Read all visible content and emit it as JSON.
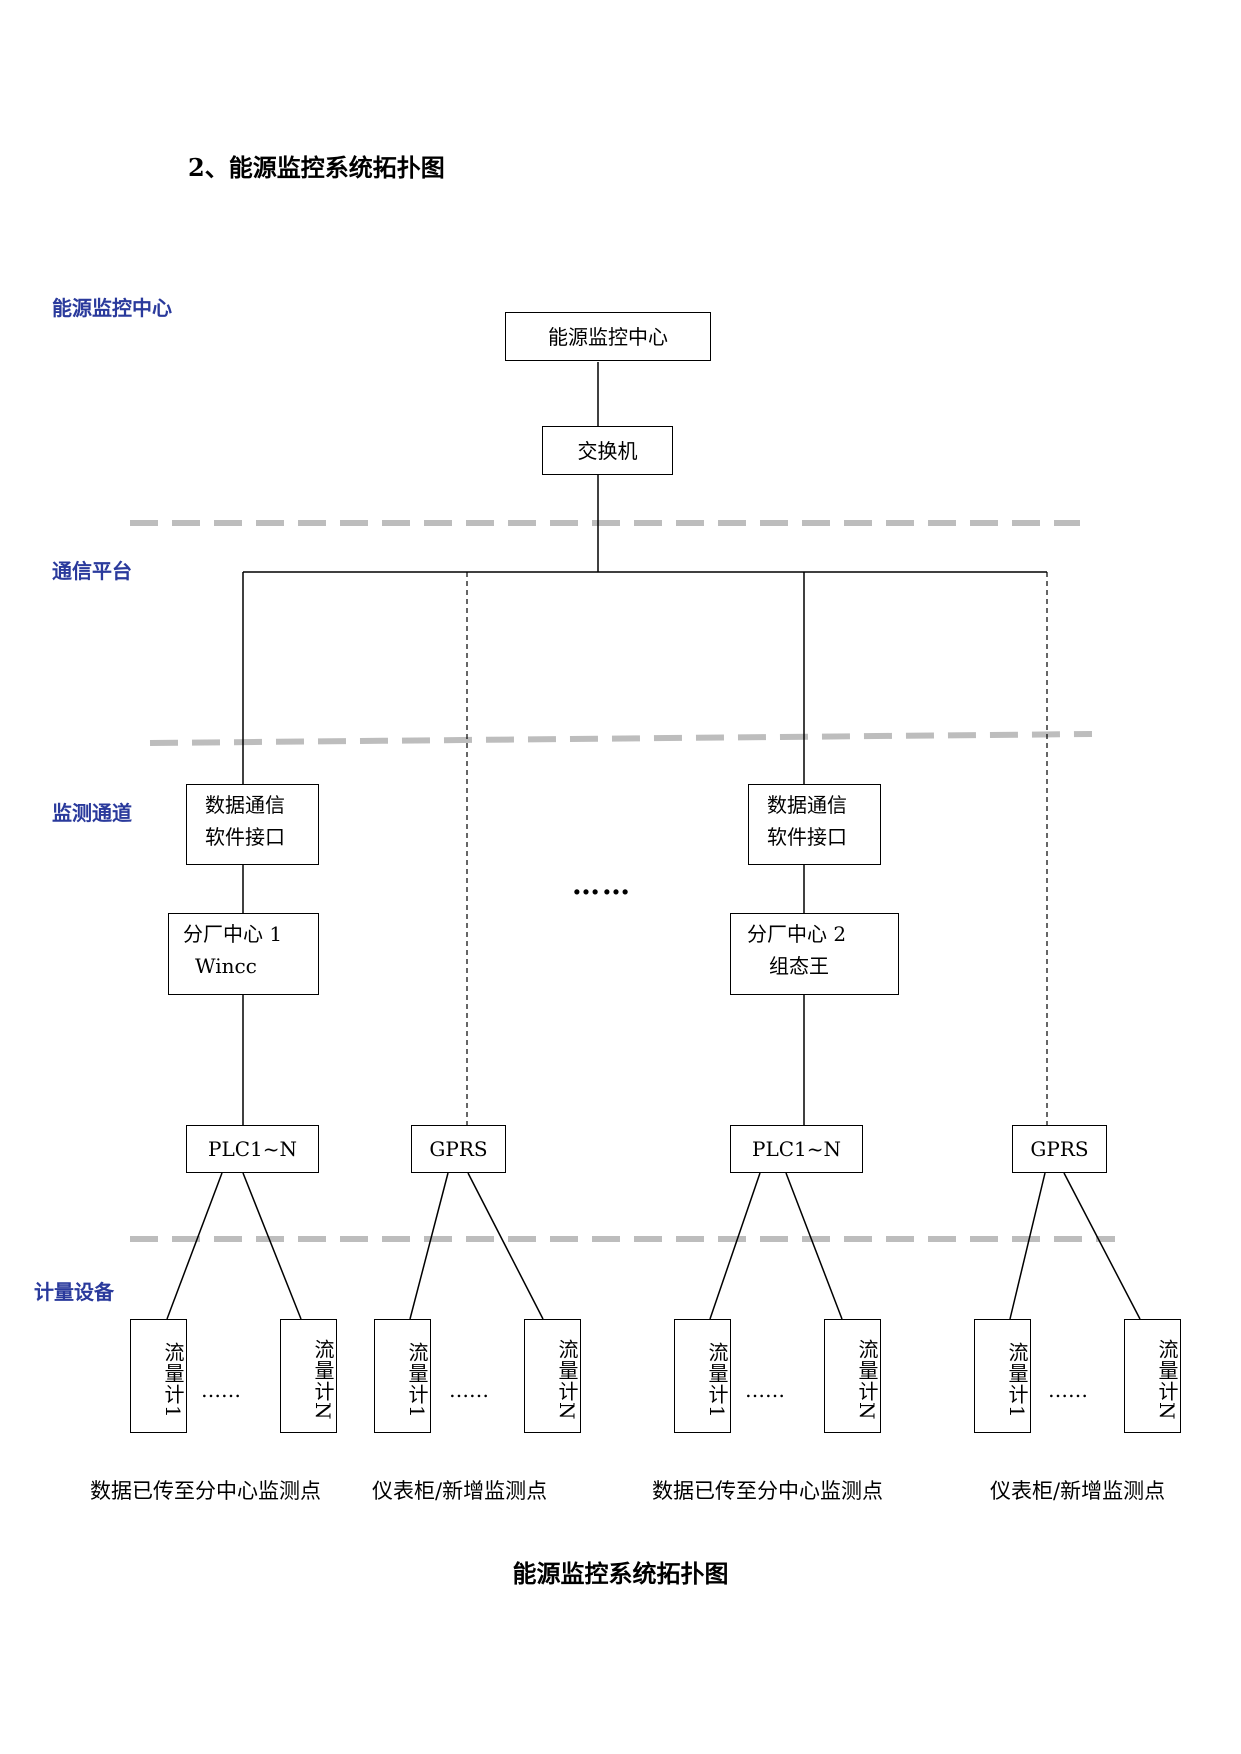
{
  "heading": "2、能源监控系统拓扑图",
  "layers": {
    "center": "能源监控中心",
    "comm": "通信平台",
    "monitor": "监测通道",
    "metering": "计量设备"
  },
  "nodes": {
    "center": "能源监控中心",
    "switch": "交换机",
    "iface_1": [
      "数据通信",
      "软件接口"
    ],
    "iface_2": [
      "数据通信",
      "软件接口"
    ],
    "branch_1": [
      "分厂中心 1",
      "Wincc"
    ],
    "branch_2": [
      "分厂中心 2",
      "组态王"
    ],
    "plc_1": "PLC1~N",
    "gprs_1": "GPRS",
    "plc_2": "PLC1~N",
    "gprs_2": "GPRS"
  },
  "meters": {
    "first": "流量计1",
    "last": "流量计N",
    "ellipsis": "……"
  },
  "middle_ellipsis": "……",
  "captions": [
    "数据已传至分中心监测点",
    "仪表柜/新增监测点",
    "数据已传至分中心监测点",
    "仪表柜/新增监测点"
  ],
  "title": "能源监控系统拓扑图"
}
